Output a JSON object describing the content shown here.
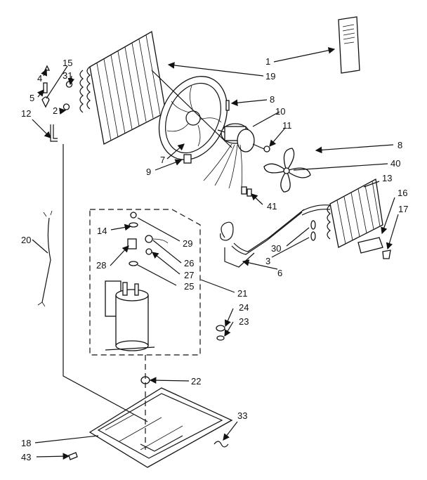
{
  "labels": {
    "l1": "1",
    "l2": "2",
    "l3": "3",
    "l4": "4",
    "l5": "5",
    "l6": "6",
    "l7": "7",
    "l8a": "8",
    "l8b": "8",
    "l9": "9",
    "l10": "10",
    "l11": "11",
    "l12": "12",
    "l13": "13",
    "l14": "14",
    "l15": "15",
    "l16": "16",
    "l17": "17",
    "l18": "18",
    "l19": "19",
    "l20": "20",
    "l21": "21",
    "l22": "22",
    "l23": "23",
    "l24": "24",
    "l25": "25",
    "l26": "26",
    "l27": "27",
    "l28": "28",
    "l29": "29",
    "l30": "30",
    "l31": "31",
    "l33": "33",
    "l40": "40",
    "l41": "41",
    "l43": "43"
  }
}
